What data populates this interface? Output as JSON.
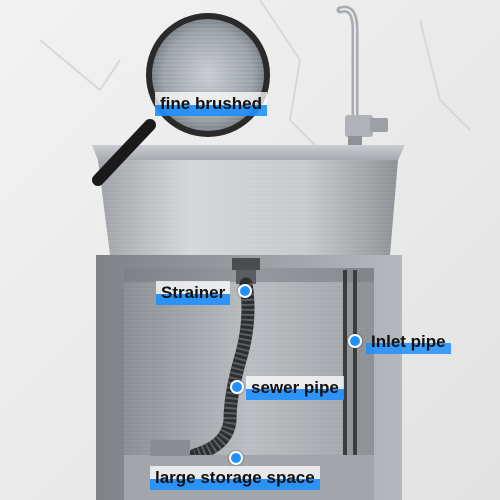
{
  "callouts": {
    "fine_brushed": "fine brushed",
    "strainer": "Strainer",
    "inlet_pipe": "Inlet pipe",
    "sewer_pipe": "sewer pipe",
    "large_storage_space": "large storage space"
  },
  "colors": {
    "accent": "#1e90ff",
    "steel": "#b8bcc0",
    "wall": "#ececec"
  },
  "icons": {
    "magnifier": "magnifier-icon",
    "faucet": "faucet-icon"
  }
}
